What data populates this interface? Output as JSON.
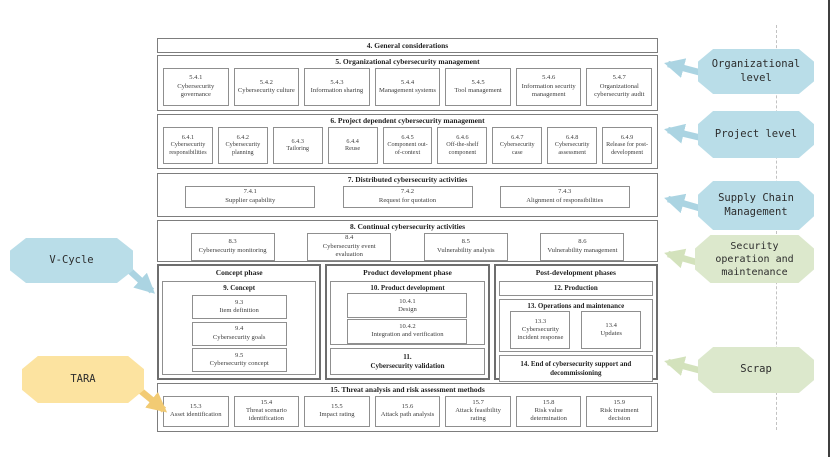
{
  "sections": {
    "s4": {
      "title": "4. General considerations"
    },
    "s5": {
      "title": "5. Organizational cybersecurity management",
      "items": [
        {
          "num": "5.4.1",
          "label": "Cybersecurity governance"
        },
        {
          "num": "5.4.2",
          "label": "Cybersecurity culture"
        },
        {
          "num": "5.4.3",
          "label": "Information sharing"
        },
        {
          "num": "5.4.4",
          "label": "Management systems"
        },
        {
          "num": "5.4.5",
          "label": "Tool management"
        },
        {
          "num": "5.4.6",
          "label": "Information security management"
        },
        {
          "num": "5.4.7",
          "label": "Organizational cybersecurity audit"
        }
      ]
    },
    "s6": {
      "title": "6. Project dependent cybersecurity management",
      "items": [
        {
          "num": "6.4.1",
          "label": "Cybersecurity responsibilities"
        },
        {
          "num": "6.4.2",
          "label": "Cybersecurity planning"
        },
        {
          "num": "6.4.3",
          "label": "Tailoring"
        },
        {
          "num": "6.4.4",
          "label": "Reuse"
        },
        {
          "num": "6.4.5",
          "label": "Component out-of-context"
        },
        {
          "num": "6.4.6",
          "label": "Off-the-shelf component"
        },
        {
          "num": "6.4.7",
          "label": "Cybersecurity case"
        },
        {
          "num": "6.4.8",
          "label": "Cybersecurity assessment"
        },
        {
          "num": "6.4.9",
          "label": "Release for post-development"
        }
      ]
    },
    "s7": {
      "title": "7. Distributed cybersecurity activities",
      "items": [
        {
          "num": "7.4.1",
          "label": "Supplier capability"
        },
        {
          "num": "7.4.2",
          "label": "Request for quotation"
        },
        {
          "num": "7.4.3",
          "label": "Alignment of responsibilities"
        }
      ]
    },
    "s8": {
      "title": "8. Continual cybersecurity activities",
      "items": [
        {
          "num": "8.3",
          "label": "Cybersecurity monitoring"
        },
        {
          "num": "8.4",
          "label": "Cybersecurity event evaluation"
        },
        {
          "num": "8.5",
          "label": "Vulnerability analysis"
        },
        {
          "num": "8.6",
          "label": "Vulnerability management"
        }
      ]
    },
    "s15": {
      "title": "15. Threat analysis and risk assessment methods",
      "items": [
        {
          "num": "15.3",
          "label": "Asset identification"
        },
        {
          "num": "15.4",
          "label": "Threat scenario identification"
        },
        {
          "num": "15.5",
          "label": "Impact rating"
        },
        {
          "num": "15.6",
          "label": "Attack path analysis"
        },
        {
          "num": "15.7",
          "label": "Attack feasibility rating"
        },
        {
          "num": "15.8",
          "label": "Risk value determination"
        },
        {
          "num": "15.9",
          "label": "Risk treatment decision"
        }
      ]
    }
  },
  "phases": [
    {
      "title": "Concept phase",
      "blocks": [
        {
          "title": "9. Concept",
          "items": [
            {
              "num": "9.3",
              "label": "Item definition"
            },
            {
              "num": "9.4",
              "label": "Cybersecurity goals"
            },
            {
              "num": "9.5",
              "label": "Cybersecurity concept"
            }
          ]
        }
      ]
    },
    {
      "title": "Product development phase",
      "blocks": [
        {
          "title": "10. Product development",
          "items": [
            {
              "num": "10.4.1",
              "label": "Design"
            },
            {
              "num": "10.4.2",
              "label": "Integration and verification"
            }
          ]
        },
        {
          "num": "11.",
          "label": "Cybersecurity validation"
        }
      ]
    },
    {
      "title": "Post-development phases",
      "blocks": [
        {
          "title": "12. Production"
        },
        {
          "title": "13. Operations and maintenance",
          "items": [
            {
              "num": "13.3",
              "label": "Cybersecurity incident response"
            },
            {
              "num": "13.4",
              "label": "Updates"
            }
          ]
        },
        {
          "title": "14. End of cybersecurity support and decommissioning"
        }
      ]
    }
  ],
  "side_labels": {
    "right": [
      {
        "text": "Organizational level",
        "type": "blue"
      },
      {
        "text": "Project level",
        "type": "blue"
      },
      {
        "text": "Supply Chain Management",
        "type": "blue"
      },
      {
        "text": "Security operation and maintenance",
        "type": "green"
      },
      {
        "text": "Scrap",
        "type": "green"
      }
    ],
    "left": [
      {
        "text": "V-Cycle",
        "type": "blue"
      },
      {
        "text": "TARA",
        "type": "yellow"
      }
    ]
  },
  "colors": {
    "label_blue": "#b9dde8",
    "label_green": "#dce8cc",
    "label_yellow": "#fce3a0",
    "arrow_blue": "#abd4e2",
    "arrow_green": "#d3e2bc",
    "arrow_yellow": "#f2cb74",
    "box_border": "#8f8f8f"
  }
}
